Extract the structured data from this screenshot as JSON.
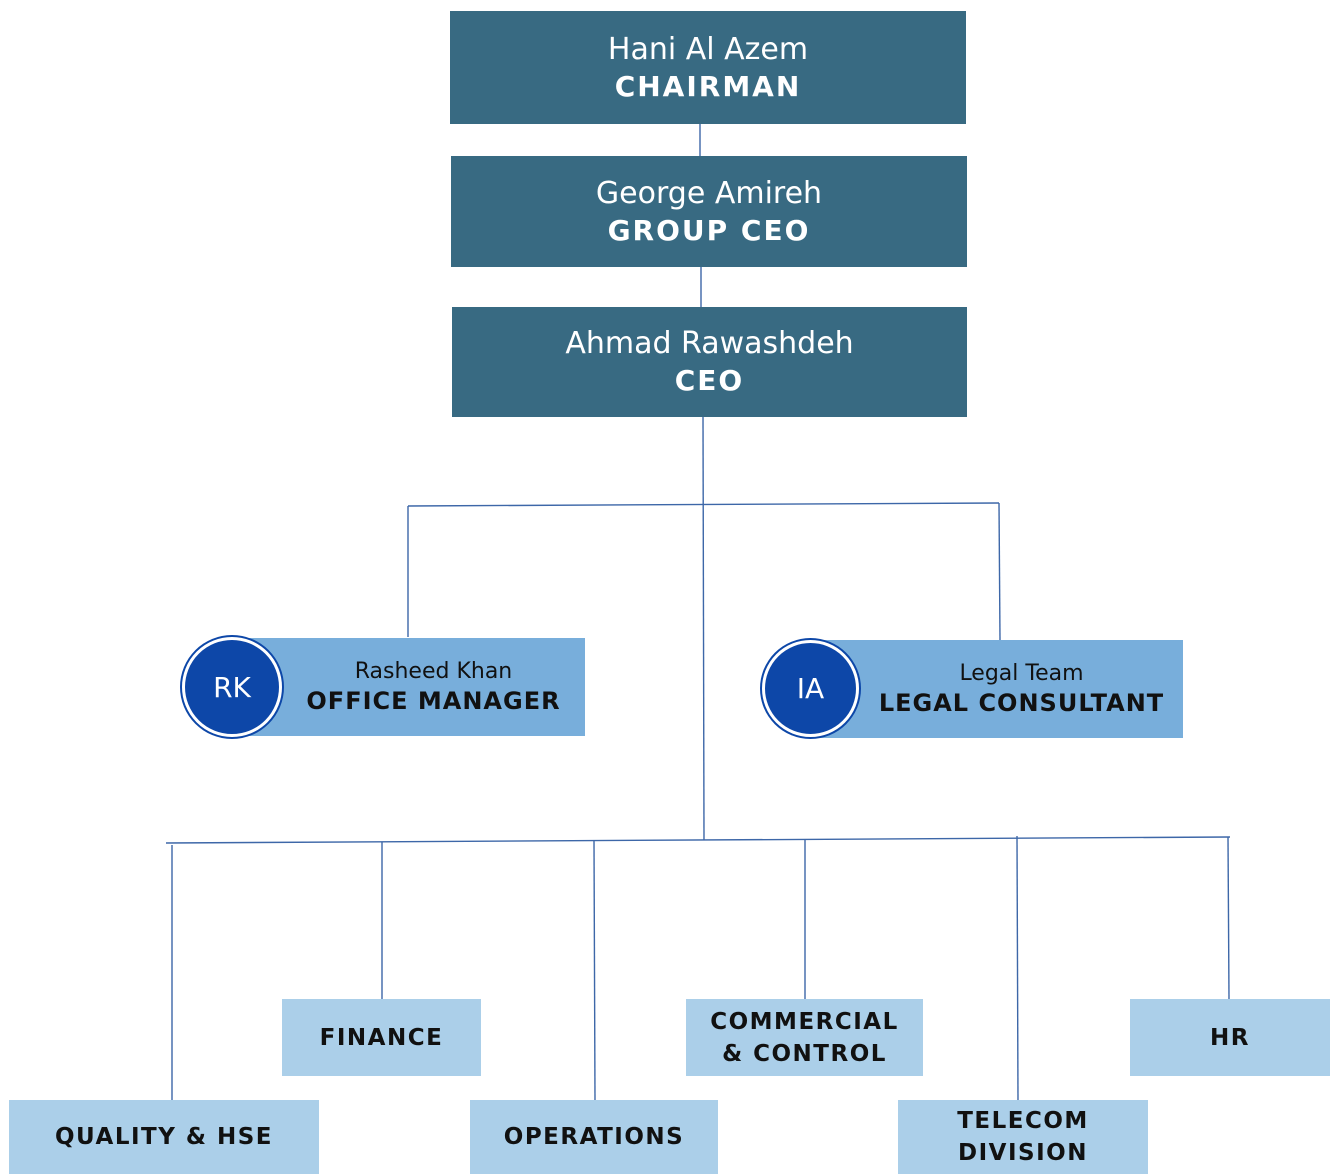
{
  "chart": {
    "chairman": {
      "name": "Hani Al Azem",
      "title": "CHAIRMAN"
    },
    "group_ceo": {
      "name": "George Amireh",
      "title": "GROUP CEO"
    },
    "ceo": {
      "name": "Ahmad Rawashdeh",
      "title": "CEO"
    },
    "office_manager": {
      "initials": "RK",
      "name": "Rasheed Khan",
      "title": "OFFICE MANAGER"
    },
    "legal": {
      "initials": "IA",
      "name": "Legal Team",
      "title": "LEGAL CONSULTANT"
    },
    "departments": {
      "quality": "QUALITY & HSE",
      "finance": "FINANCE",
      "operations": "OPERATIONS",
      "commercial_line1": "COMMERCIAL",
      "commercial_line2": "& CONTROL",
      "telecom_line1": "TELECOM",
      "telecom_line2": "DIVISION",
      "hr": "HR"
    }
  },
  "colors": {
    "executive_box": "#386a82",
    "staff_box": "#78aedb",
    "department_box": "#abcfe9",
    "avatar": "#0d47a8",
    "connector": "#3d67a8"
  }
}
